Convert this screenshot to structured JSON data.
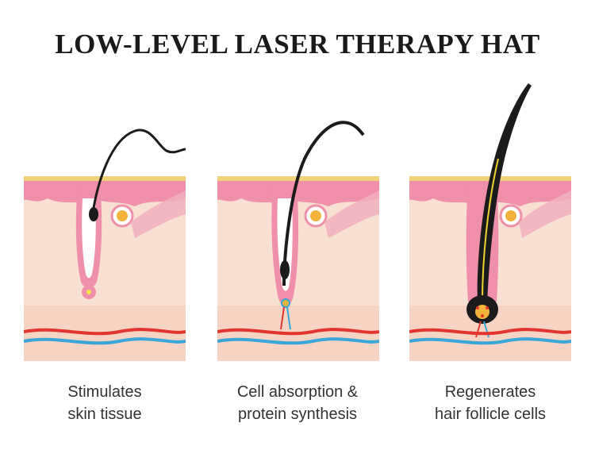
{
  "title": "LOW-LEVEL LASER THERAPY HAT",
  "panels": [
    {
      "caption_line1": "Stimulates",
      "caption_line2": "skin tissue",
      "stage": "stimulation"
    },
    {
      "caption_line1": "Cell absorption &",
      "caption_line2": "protein synthesis",
      "stage": "absorption"
    },
    {
      "caption_line1": "Regenerates",
      "caption_line2": "hair follicle cells",
      "stage": "regeneration"
    }
  ],
  "colors": {
    "epidermis_top": "#f0d27a",
    "epidermis": "#ef8fa9",
    "dermis": "#f8e0d2",
    "subcutis": "#f6d3c3",
    "artery": "#e2352f",
    "vein": "#3aa5d8",
    "hair": "#1b1b1b",
    "gland": "#f2b33d"
  }
}
